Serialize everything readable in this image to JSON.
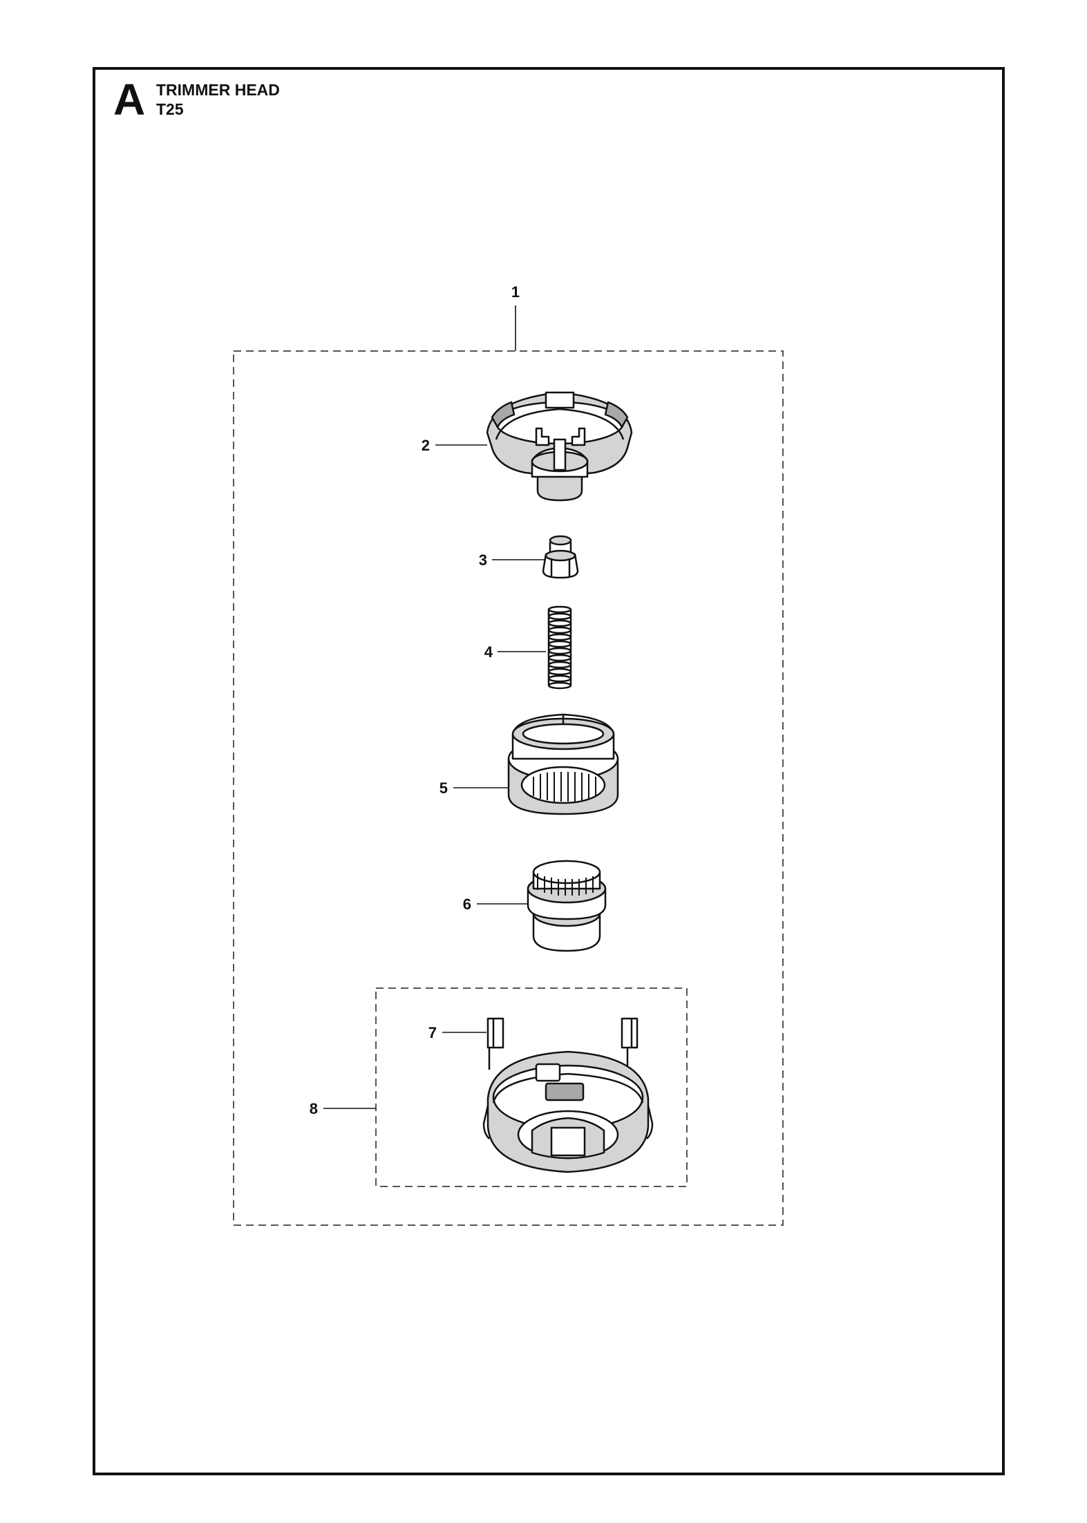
{
  "header": {
    "section_letter": "A",
    "title": "TRIMMER HEAD",
    "subtitle": "T25"
  },
  "callouts": [
    "1",
    "2",
    "3",
    "4",
    "5",
    "6",
    "7",
    "8"
  ],
  "parts": [
    {
      "number": "1",
      "icon": "assembly-group-boundary"
    },
    {
      "number": "2",
      "icon": "trimmer-head-top-cover-icon"
    },
    {
      "number": "3",
      "icon": "hex-nut-icon"
    },
    {
      "number": "4",
      "icon": "coil-spring-icon"
    },
    {
      "number": "5",
      "icon": "line-spool-icon"
    },
    {
      "number": "6",
      "icon": "bump-knob-icon"
    },
    {
      "number": "7",
      "icon": "eyelet-icon"
    },
    {
      "number": "8",
      "icon": "trimmer-head-bottom-housing-icon"
    }
  ],
  "colors": {
    "line": "#111111",
    "shade": "#d4d4d4",
    "shade_dark": "#a8a8a8",
    "paper": "#ffffff"
  }
}
